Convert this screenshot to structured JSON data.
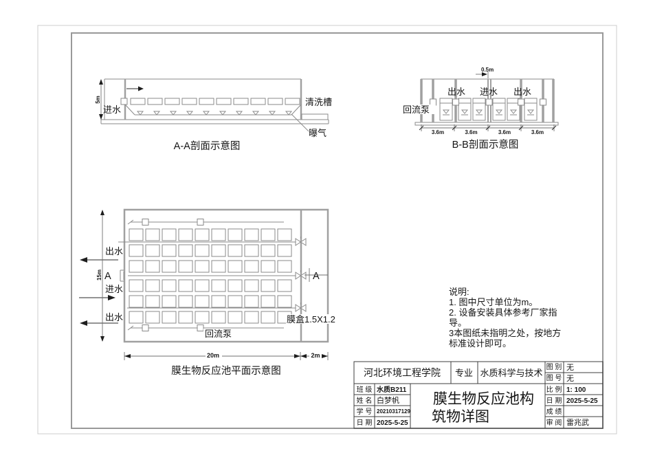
{
  "drawing": {
    "aa": {
      "title": "A-A剖面示意图",
      "dim_height": "5m",
      "inlet": "进水",
      "wash_tank": "清洗槽",
      "aeration": "曝气",
      "box_count": 10,
      "diffuser_count": 10
    },
    "bb": {
      "title": "B-B剖面示意图",
      "dim_gap": "0.5m",
      "return_pump": "回流泵",
      "top_labels": [
        "出水",
        "进水",
        "出水"
      ],
      "dim_segments": [
        "3.6m",
        "3.6m",
        "3.6m",
        "3.6m"
      ],
      "unit_count": 6
    },
    "plan": {
      "title": "膜生物反应池平面示意图",
      "dim_height": "15m",
      "dim_main": "20m",
      "dim_side": "2m",
      "outlet_top": "出水",
      "inlet": "进水",
      "outlet_bottom": "出水",
      "return_pump": "回流泵",
      "membrane_box": "膜盒1.5X1.2",
      "section_a_left": "A",
      "section_a_right": "A",
      "grid_rows": 6,
      "grid_cols": 10
    },
    "notes": {
      "heading": "说明:",
      "lines": [
        "1. 图中尺寸单位为m。",
        "2. 设备安装具体参考厂家指",
        "导。",
        "3本图纸未指明之处，按地方",
        "标准设计即可。"
      ]
    },
    "title_block": {
      "school": "河北环境工程学院",
      "major_label": "专业",
      "major": "水质科学与技术",
      "fig_type_label": "图 别",
      "fig_type": "无",
      "fig_no_label": "图 号",
      "fig_no": "无",
      "class_label": "班 级",
      "class": "水质B211",
      "name_label": "姓 名",
      "name": "白梦帆",
      "sid_label": "学 号",
      "sid": "20210317129",
      "date_label": "日 期",
      "date": "2025-5-25",
      "scale_label": "比 例",
      "scale": "1: 100",
      "date2_label": "日 期",
      "date2": "2025-5-25",
      "grade_label": "成 绩",
      "grade": "",
      "review_label": "审 阅",
      "review": "雷兆武",
      "title_line1": "膜生物反应池构",
      "title_line2": "筑物详图"
    },
    "colors": {
      "line": "#8a8a8a",
      "wall": "#a0a0a0",
      "text": "#151515",
      "frame_outer": "#cccccc",
      "frame_inner": "#999999"
    }
  }
}
